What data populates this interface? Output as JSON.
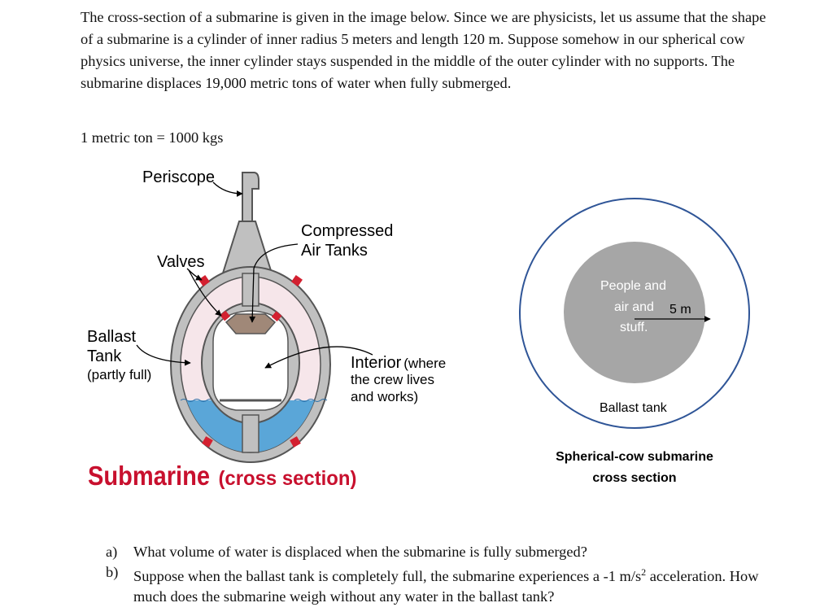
{
  "intro_text": "The cross-section of a submarine is given in the image below. Since we are physicists, let us assume that the shape of a submarine is a cylinder of inner radius 5 meters and length 120 m. Suppose somehow in our spherical cow physics universe, the inner cylinder stays suspended in the middle of the outer cylinder with no supports. The submarine displaces 19,000 metric tons of water when fully submerged.",
  "conversion": "1 metric ton = 1000 kgs",
  "diagram_left": {
    "periscope": "Periscope",
    "compressed_1": "Compressed",
    "compressed_2": "Air Tanks",
    "valves": "Valves",
    "ballast_1": "Ballast",
    "ballast_2": "Tank",
    "ballast_3": "(partly full)",
    "interior_1": "Interior",
    "interior_1b": "(where",
    "interior_2": "the crew lives",
    "interior_3": "and works)",
    "title_main": "Submarine",
    "title_sub": "(cross section)",
    "colors": {
      "hull": "#c0c0c0",
      "ballast_air": "#f6e6ea",
      "water": "#5aa6d8",
      "valve": "#d32030",
      "air_tank": "#a08878",
      "title": "#c8102e"
    }
  },
  "diagram_right": {
    "inner_1": "People and",
    "inner_2": "air and",
    "inner_3": "stuff.",
    "radius_label": "5 m",
    "outer_label": "Ballast tank",
    "caption_1": "Spherical-cow submarine",
    "caption_2": "cross section",
    "colors": {
      "outer_ring": "#2f5597",
      "inner_fill": "#a6a6a6"
    }
  },
  "questions": [
    {
      "marker": "a)",
      "text": "What volume of water is displaced when the submarine is fully submerged?"
    },
    {
      "marker": "b)",
      "text_1": "Suppose when the ballast tank is completely full, the submarine experiences a -1 m/s",
      "sup": "2",
      "text_2": " acceleration. How much does the submarine weigh without any water in the ballast tank?"
    }
  ]
}
